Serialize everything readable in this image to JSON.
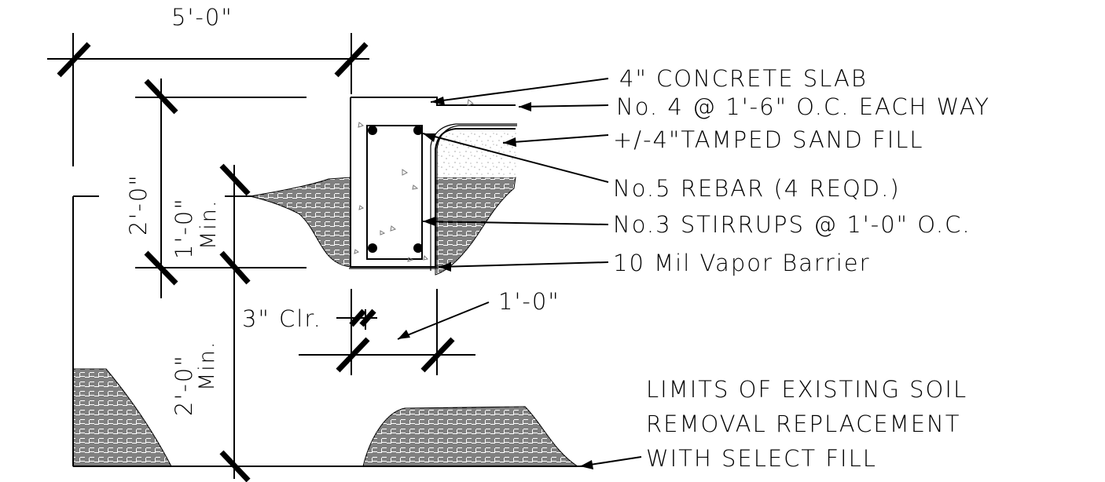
{
  "dimensions": {
    "top_width": "5'-0\"",
    "overall_height": "2'-0\"",
    "slab_depth": "1'-0\"",
    "slab_depth_note": "Min.",
    "excavation_depth": "2'-0\"",
    "excavation_depth_note": "Min.",
    "clearance": "3\" Clr.",
    "extension": "1'-0\""
  },
  "callouts": {
    "slab": "4\" CONCRETE SLAB",
    "slab_rebar": "No. 4 @ 1'-6\" O.C. EACH WAY",
    "sand_fill": "+/-4\"TAMPED SAND FILL",
    "beam_rebar": "No.5 REBAR (4 REQD.)",
    "stirrups": "No.3 STIRRUPS @ 1'-0\" O.C.",
    "vapor_barrier": "10 Mil Vapor Barrier"
  },
  "soil_note": {
    "line1": "LIMITS OF EXISTING SOIL",
    "line2": "REMOVAL REPLACEMENT",
    "line3": "WITH SELECT FILL"
  }
}
